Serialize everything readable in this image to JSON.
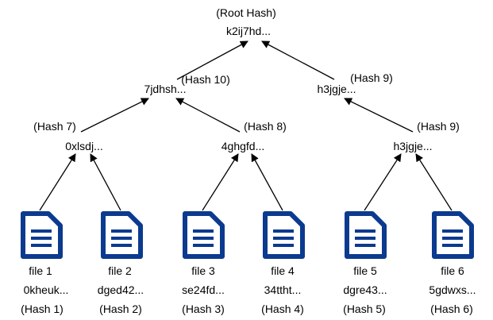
{
  "root": {
    "label": "(Root Hash)",
    "hash": "k2ij7hd..."
  },
  "level2": [
    {
      "label": "(Hash 10)",
      "hash": "7jdhsh..."
    },
    {
      "label": "(Hash 9)",
      "hash": "h3jgje..."
    }
  ],
  "level1": [
    {
      "label": "(Hash 7)",
      "hash": "0xlsdj..."
    },
    {
      "label": "(Hash 8)",
      "hash": "4ghgfd..."
    },
    {
      "label": "(Hash 9)",
      "hash": "h3jgje..."
    }
  ],
  "files": [
    {
      "name": "file 1",
      "hash": "0kheuk...",
      "label": "(Hash 1)"
    },
    {
      "name": "file 2",
      "hash": "dged42...",
      "label": "(Hash 2)"
    },
    {
      "name": "file 3",
      "hash": "se24fd...",
      "label": "(Hash 3)"
    },
    {
      "name": "file 4",
      "hash": "34ttht...",
      "label": "(Hash 4)"
    },
    {
      "name": "file 5",
      "hash": "dgre43...",
      "label": "(Hash 5)"
    },
    {
      "name": "file 6",
      "hash": "5gdwxs...",
      "label": "(Hash 6)"
    }
  ],
  "colors": {
    "icon": "#0b3a8f",
    "text": "#000000",
    "arrow": "#000000"
  },
  "icons": {
    "file": "document-icon"
  }
}
